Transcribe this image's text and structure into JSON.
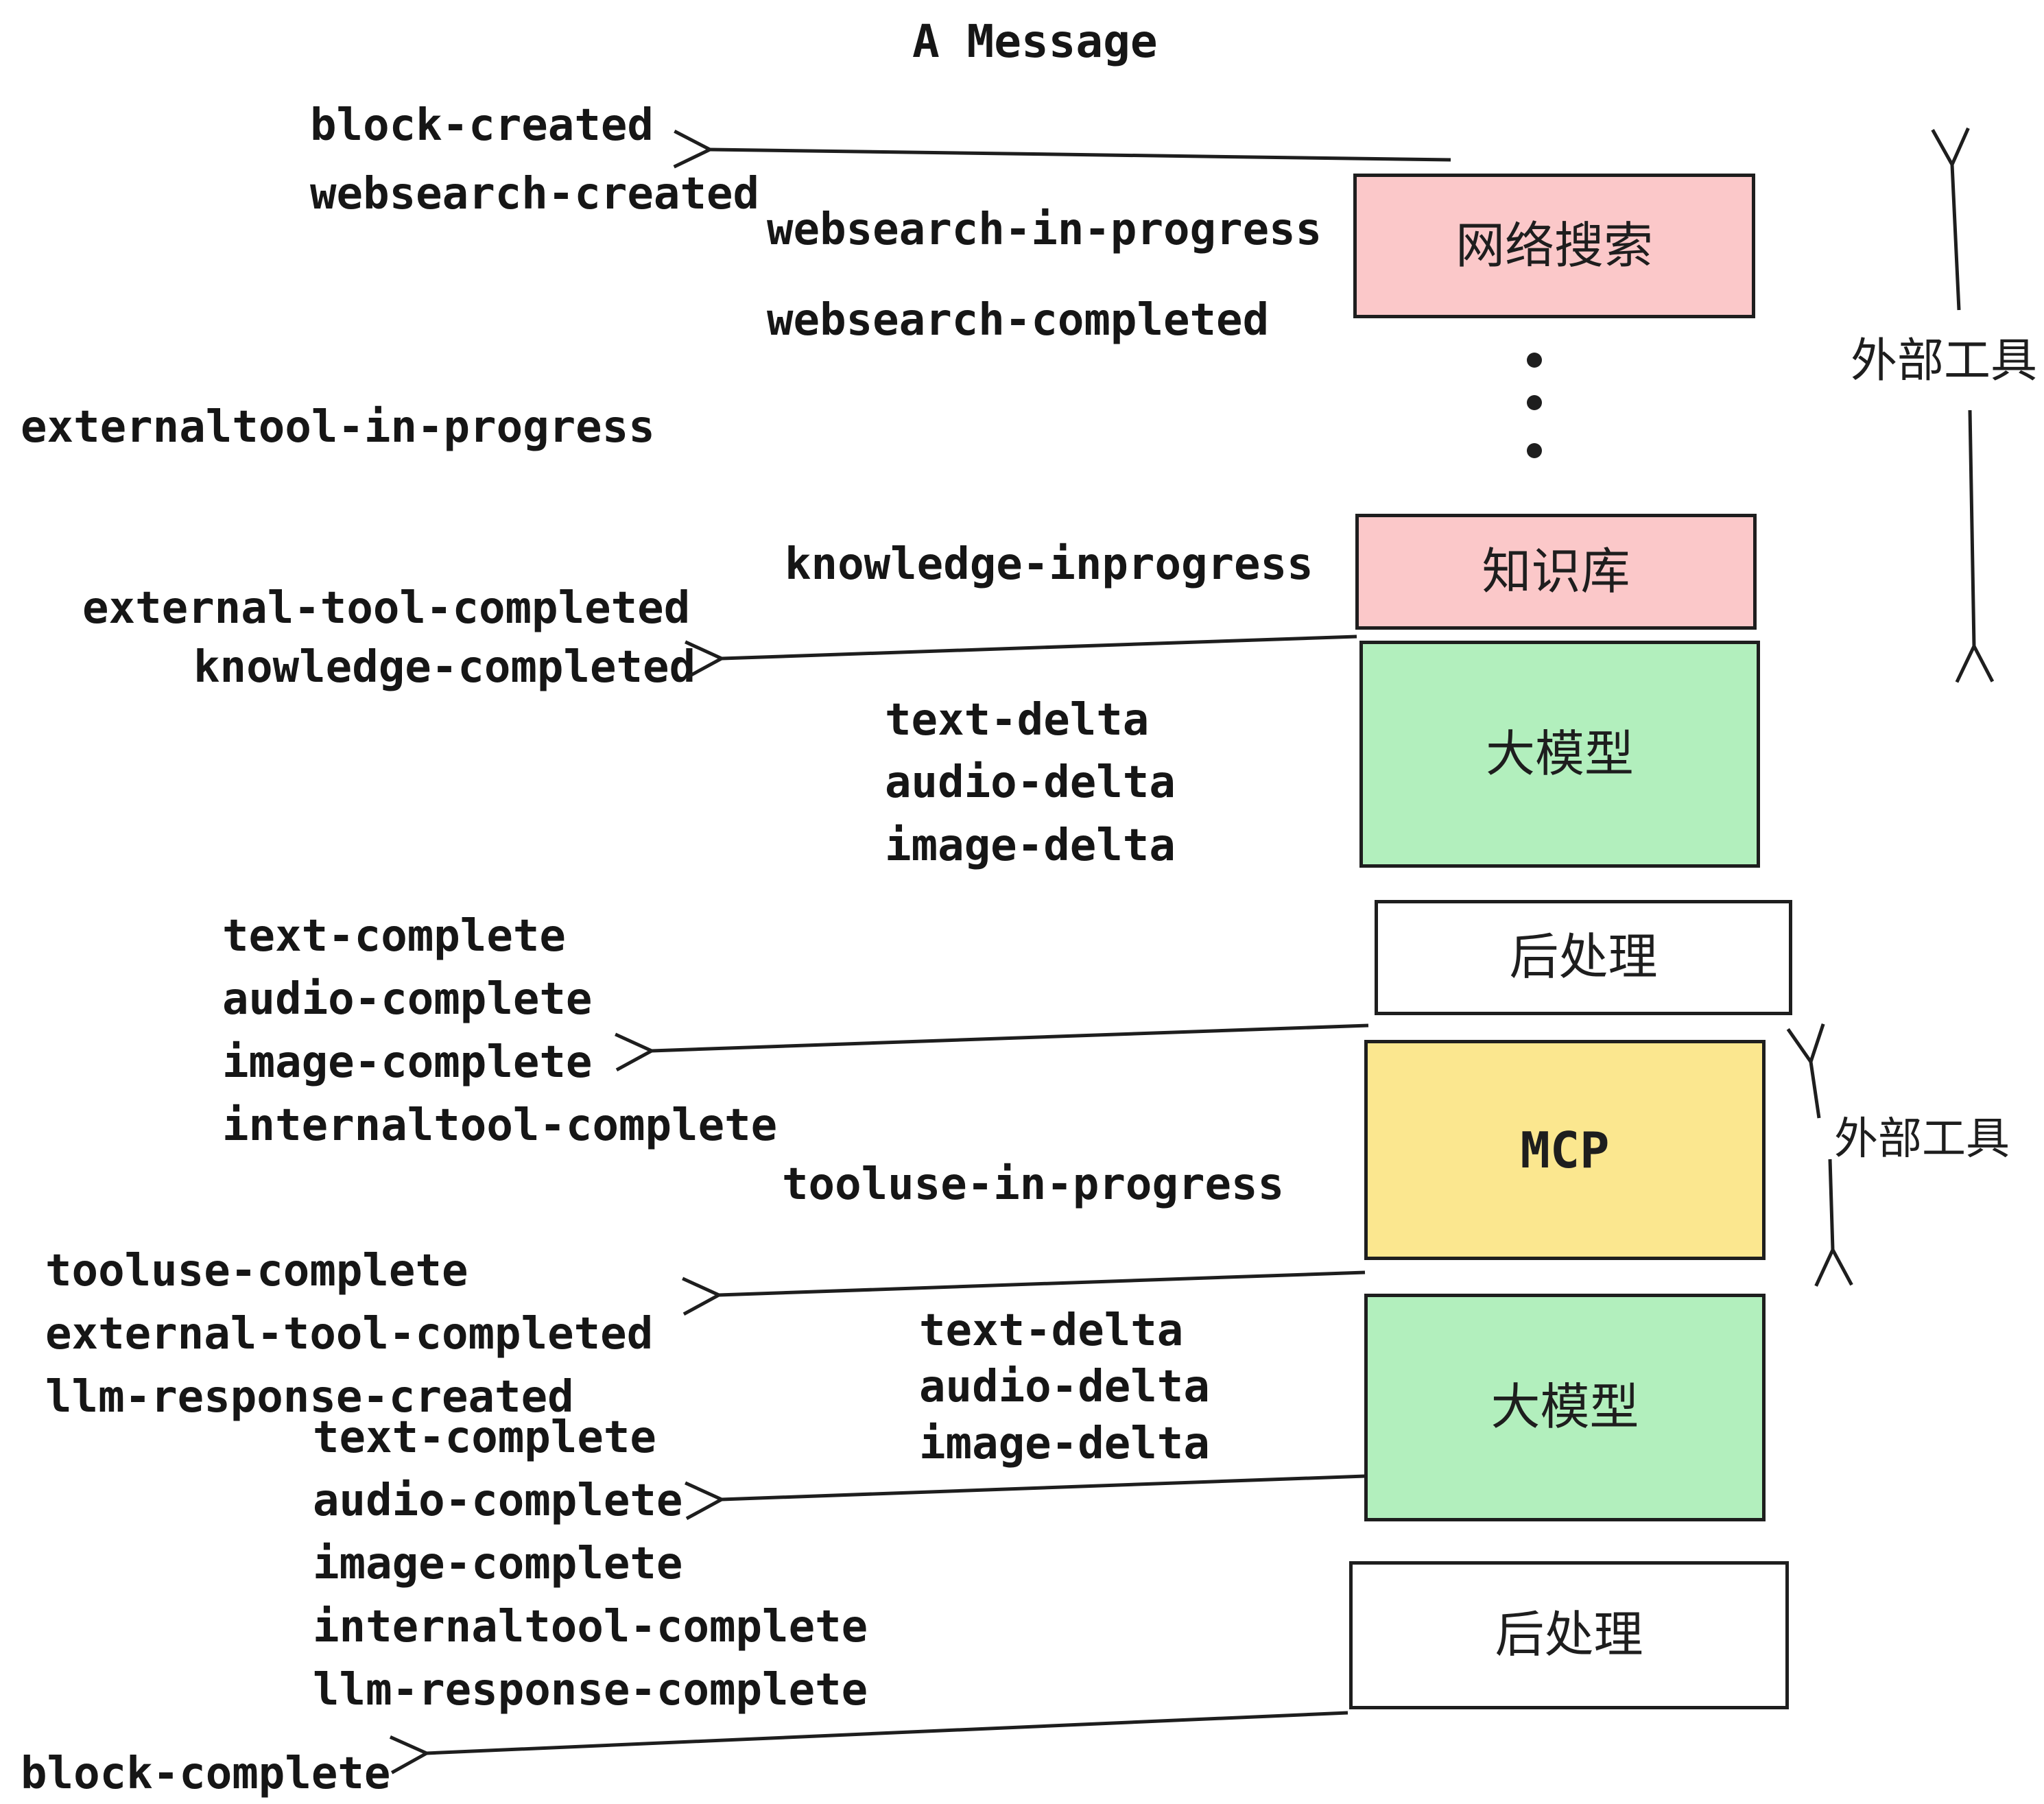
{
  "title": "A Message",
  "events": [
    "block-created",
    "websearch-created",
    "websearch-in-progress",
    "websearch-completed",
    "externaltool-in-progress",
    "knowledge-inprogress",
    "external-tool-completed",
    "knowledge-completed",
    "text-delta",
    "audio-delta",
    "image-delta",
    "text-complete",
    "audio-complete",
    "image-complete",
    "internaltool-complete",
    "tooluse-in-progress",
    "tooluse-complete",
    "external-tool-completed",
    "llm-response-created",
    "text-delta",
    "audio-delta",
    "image-delta",
    "text-complete",
    "audio-complete",
    "image-complete",
    "internaltool-complete",
    "llm-response-complete",
    "block-complete"
  ],
  "boxes": {
    "websearch": {
      "label": "网络搜索",
      "fill": "#FBC8C9"
    },
    "knowledge": {
      "label": "知识库",
      "fill": "#FBC8C9"
    },
    "llm_top": {
      "label": "大模型",
      "fill": "#B2EFBD"
    },
    "post_top": {
      "label": "后处理",
      "fill": "#FFFFFF"
    },
    "mcp": {
      "label": "MCP",
      "fill": "#FBE78F"
    },
    "llm_bottom": {
      "label": "大模型",
      "fill": "#B2EFBD"
    },
    "post_bottom": {
      "label": "后处理",
      "fill": "#FFFFFF"
    }
  },
  "annotations": {
    "external_tools_top": "外部工具",
    "external_tools_mcp": "外部工具"
  },
  "colors": {
    "background": "#FFFFFF",
    "line": "#1e1e1e",
    "text": "#161616",
    "box_pink": "#FBC8C9",
    "box_green": "#B2EFBD",
    "box_yellow": "#FBE78F",
    "box_white": "#FFFFFF"
  }
}
